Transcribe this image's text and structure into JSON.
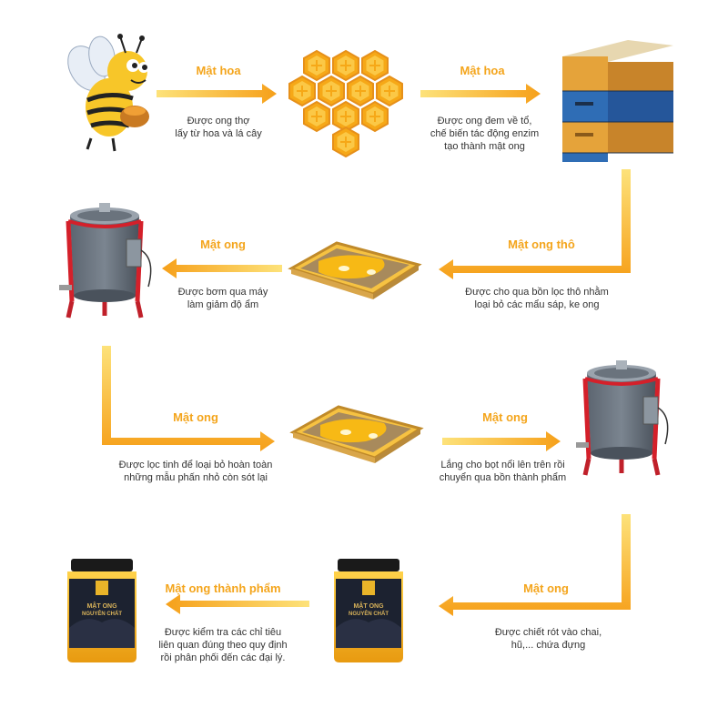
{
  "steps": [
    {
      "label": "Mật hoa",
      "caption": [
        "Được ong thợ",
        "lấy từ hoa và lá cây"
      ]
    },
    {
      "label": "Mật hoa",
      "caption": [
        "Được ong đem về tổ,",
        "chế biến tác động enzim",
        "tạo thành mật ong"
      ]
    },
    {
      "label": "Mật ong thô",
      "caption": [
        "Được cho qua bồn lọc thô nhằm",
        "loại bỏ các mẩu sáp, ke ong"
      ]
    },
    {
      "label": "Mật ong",
      "caption": [
        "Được bơm qua máy",
        "làm giảm độ ẩm"
      ]
    },
    {
      "label": "Mật ong",
      "caption": [
        "Được lọc tinh để loại bỏ hoàn toàn",
        "những mẫu phấn nhỏ còn sót lại"
      ]
    },
    {
      "label": "Mật ong",
      "caption": [
        "Lắng cho bọt nổi lên trên rồi",
        "chuyển qua bồn thành phẩm"
      ]
    },
    {
      "label": "Mật ong",
      "caption": [
        "Được chiết rót vào chai,",
        "hũ,... chứa đựng"
      ]
    },
    {
      "label": "Mật ong thành phẩm",
      "caption": [
        "Được kiểm tra các chỉ tiêu",
        "liên quan đúng theo quy định",
        "rồi phân phối đến các đại lý."
      ]
    }
  ],
  "jar": {
    "line1": "MẬT ONG",
    "line2": "NGUYÊN CHẤT"
  },
  "colors": {
    "arrow_light": "#fde27a",
    "arrow_dark": "#f6a01a",
    "label": "#f4a51c",
    "honey": "#f6b21c"
  }
}
